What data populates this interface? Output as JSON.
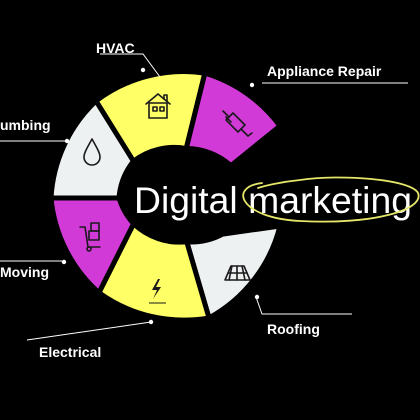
{
  "diagram": {
    "center_text": "Digital marketing",
    "segments": [
      {
        "id": "hvac",
        "label": "HVAC",
        "icon": "house-icon",
        "color": "#ffff66"
      },
      {
        "id": "appliance-repair",
        "label": "Appliance Repair",
        "icon": "plug-icon",
        "color": "#d23ad8"
      },
      {
        "id": "roofing",
        "label": "Roofing",
        "icon": "roof-tiles-icon",
        "color": "#eef1f2"
      },
      {
        "id": "electrical",
        "label": "Electrical",
        "icon": "lightning-bolt-icon",
        "color": "#ffff66"
      },
      {
        "id": "moving",
        "label": "Moving",
        "icon": "hand-truck-icon",
        "color": "#d23ad8"
      },
      {
        "id": "plumbing",
        "label": "umbing",
        "icon": "water-drop-icon",
        "color": "#eef1f2"
      }
    ],
    "highlight_color": "#e6e66a",
    "leader_line_color": "#ffffff"
  }
}
